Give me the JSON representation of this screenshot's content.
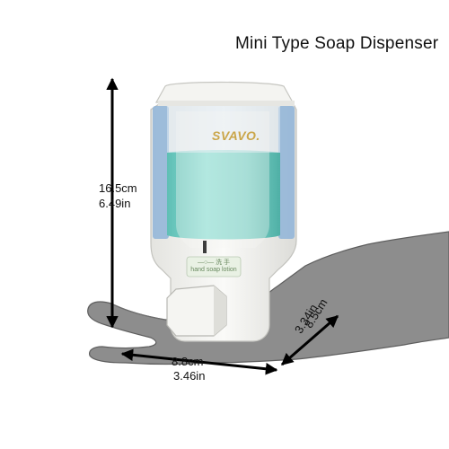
{
  "title": "Mini Type Soap Dispenser",
  "height": {
    "cm": "16.5cm",
    "in": "6.49in"
  },
  "width": {
    "cm": "8.8cm",
    "in": "3.46in"
  },
  "depth": {
    "cm": "8.5cm",
    "in": "3.34in"
  },
  "product": {
    "brand": "SVAVO.",
    "window_label_top": "—○— 洗 手",
    "window_label_bottom": "hand soap lotion"
  },
  "colors": {
    "hand": "#8d8d8d",
    "hand_outline": "#5e5e5e",
    "shell": "#f1f1ee",
    "tank": "#7fd2c8",
    "arrow": "#000000"
  },
  "icons": [
    "height-arrow",
    "width-arrow",
    "depth-arrow"
  ]
}
